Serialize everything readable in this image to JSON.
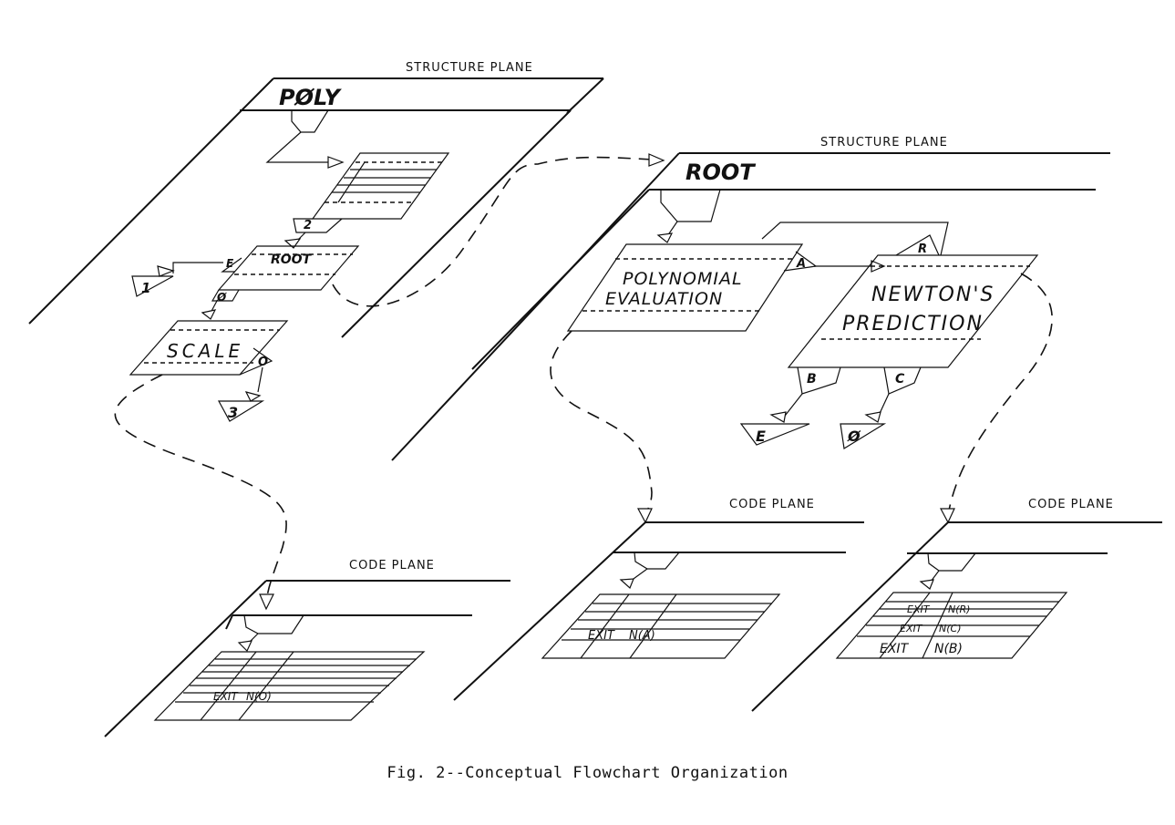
{
  "planes": {
    "structure_poly": {
      "label": "STRUCTURE PLANE",
      "name": "PØLY"
    },
    "structure_root": {
      "label": "STRUCTURE PLANE",
      "name": "ROOT"
    },
    "code_scale": {
      "label": "CODE PLANE",
      "exit": "EXIT",
      "exit_target": "N(O)"
    },
    "code_poly_eval": {
      "label": "CODE PLANE",
      "exit": "EXIT",
      "exit_target": "N(A)"
    },
    "code_newton": {
      "label": "CODE PLANE",
      "rows": [
        {
          "exit": "EXIT",
          "target": "N(R)"
        },
        {
          "exit": "EXIT",
          "target": "N(C)"
        },
        {
          "exit": "EXIT",
          "target": "N(B)"
        }
      ]
    }
  },
  "blocks": {
    "root_call": "ROOT",
    "scale": "SCALE",
    "polynomial_eval_line1": "POLYNOMIAL",
    "polynomial_eval_line2": "EVALUATION",
    "newton_line1": "NEWTON'S",
    "newton_line2": "PREDICTION"
  },
  "connectors": {
    "poly_2": "2",
    "poly_1": "1",
    "poly_E": "E",
    "poly_phi": "Ø",
    "poly_O": "O",
    "poly_3": "3",
    "root_A": "A",
    "root_R": "R",
    "root_B": "B",
    "root_C": "C",
    "root_E": "E",
    "root_phi": "Ø"
  },
  "caption": "Fig. 2--Conceptual Flowchart Organization"
}
